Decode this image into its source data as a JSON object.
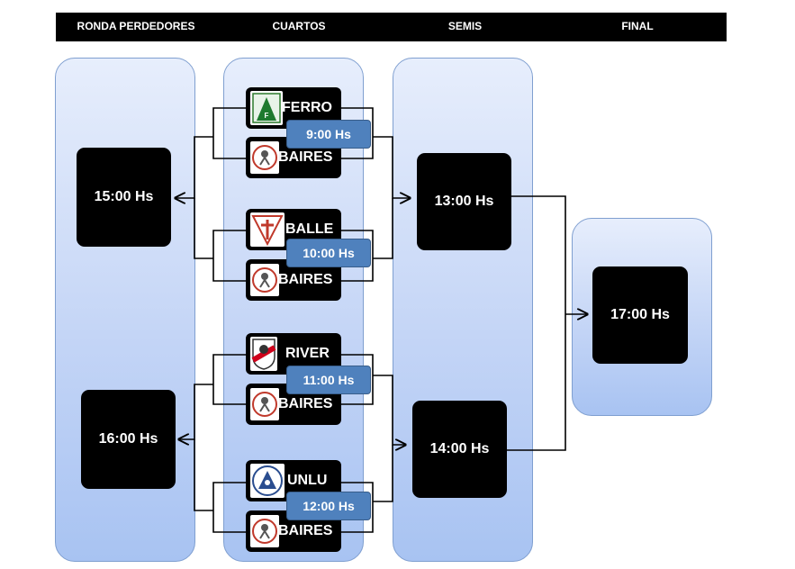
{
  "headers": {
    "perdedores": "RONDA PERDEDORES",
    "cuartos": "CUARTOS",
    "semis": "SEMIS",
    "final": "FINAL"
  },
  "perdedores": {
    "slot1": "15:00 Hs",
    "slot2": "16:00 Hs"
  },
  "matches": [
    {
      "team_a": "FERRO",
      "team_b": "BAIRES",
      "time": "9:00 Hs",
      "logo_a": "ferro-crest-icon",
      "logo_b": "baires-crest-icon"
    },
    {
      "team_a": "BALLE",
      "team_b": "BAIRES",
      "time": "10:00 Hs",
      "logo_a": "velez-crest-icon",
      "logo_b": "baires-crest-icon"
    },
    {
      "team_a": "RIVER",
      "team_b": "BAIRES",
      "time": "11:00 Hs",
      "logo_a": "river-crest-icon",
      "logo_b": "baires-crest-icon"
    },
    {
      "team_a": "UNLU",
      "team_b": "BAIRES",
      "time": "12:00 Hs",
      "logo_a": "unlu-crest-icon",
      "logo_b": "baires-crest-icon"
    }
  ],
  "semis": {
    "slot1": "13:00 Hs",
    "slot2": "14:00 Hs"
  },
  "final": {
    "slot": "17:00 Hs"
  },
  "colors": {
    "header_bg": "#000000",
    "panel": "#c4d5f6",
    "time_badge": "#4f81bd"
  }
}
